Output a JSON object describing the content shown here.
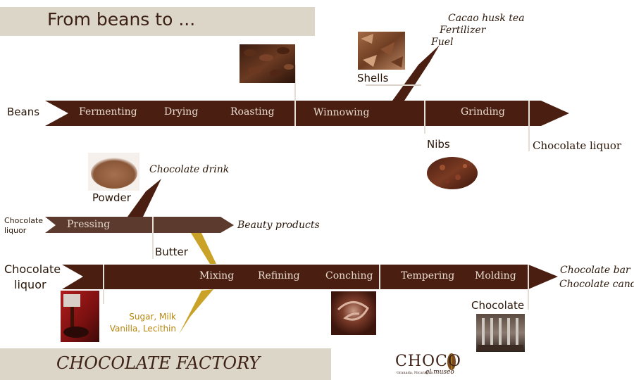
{
  "title": "From beans to ...",
  "footer_title": "CHOCOLATE FACTORY",
  "logo": {
    "main": "CHOCO",
    "sub": "el museo",
    "location": "Granada, Nicaragua"
  },
  "colors": {
    "arrow": "#4a1e11",
    "secondary_arrow": "#5d3a2e",
    "gold": "#c9a227",
    "banner": "#dcd6c8"
  },
  "row1": {
    "start": "Beans",
    "stages": [
      "Fermenting",
      "Drying",
      "Roasting",
      "Winnowing",
      "Grinding"
    ],
    "shells": "Shells",
    "byproducts": [
      "Cacao husk tea",
      "Fertilizer",
      "Fuel"
    ],
    "nibs": "Nibs",
    "end": "Chocolate liquor"
  },
  "row2": {
    "start_line1": "Chocolate",
    "start_line2": "liquor",
    "stage": "Pressing",
    "powder": "Powder",
    "drink": "Chocolate drink",
    "butter": "Butter",
    "end": "Beauty products"
  },
  "row3": {
    "start_line1": "Chocolate",
    "start_line2": "liquor",
    "stages": [
      "Mixing",
      "Refining",
      "Conching",
      "Tempering",
      "Molding"
    ],
    "ingredients_line1": "Sugar, Milk",
    "ingredients_line2": "Vanilla, Lecithin",
    "chocolate": "Chocolate",
    "end_line1": "Chocolate bar",
    "end_line2": "Chocolate candy"
  },
  "photos": [
    "roasted-beans-photo",
    "shells-photo",
    "nibs-photo",
    "cocoa-powder-photo",
    "liquor-pour-photo",
    "conching-swirl-photo",
    "molding-machine-photo"
  ]
}
